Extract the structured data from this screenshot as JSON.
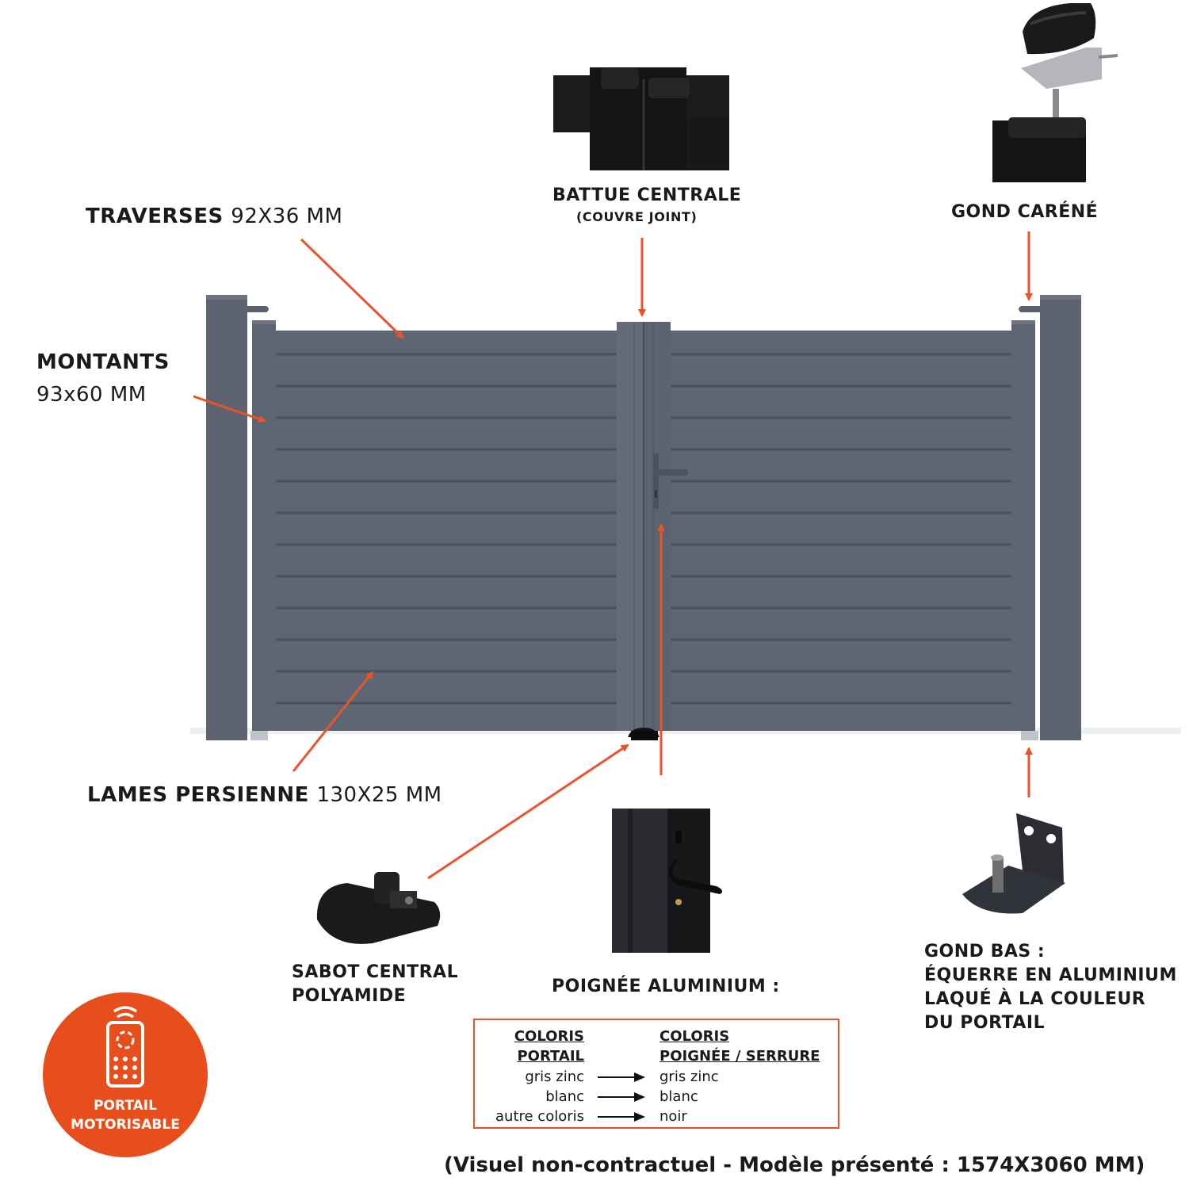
{
  "labels": {
    "traverses_bold": "TRAVERSES",
    "traverses_dim": "92X36 MM",
    "montants_bold": "MONTANTS",
    "montants_dim": "93x60 MM",
    "battue_line1": "BATTUE CENTRALE",
    "battue_line2": "(COUVRE JOINT)",
    "gond_carene": "GOND CARÉNÉ",
    "lames_bold": "LAMES PERSIENNE",
    "lames_dim": "130X25 MM",
    "sabot_line1": "SABOT CENTRAL",
    "sabot_line2": "POLYAMIDE",
    "poignee": "POIGNÉE ALUMINIUM :",
    "gond_bas_line1": "GOND BAS :",
    "gond_bas_line2": "ÉQUERRE EN ALUMINIUM",
    "gond_bas_line3": "LAQUÉ À LA COULEUR",
    "gond_bas_line4": "DU PORTAIL"
  },
  "color_table": {
    "col1_header_line1": "COLORIS",
    "col1_header_line2": "PORTAIL",
    "col2_header_line1": "COLORIS",
    "col2_header_line2": "POIGNÉE / SERRURE",
    "rows": [
      {
        "portail": "gris zinc",
        "poignee": "gris zinc"
      },
      {
        "portail": "blanc",
        "poignee": "blanc"
      },
      {
        "portail": "autre coloris",
        "poignee": "noir"
      }
    ]
  },
  "badge": {
    "line1": "PORTAIL",
    "line2": "MOTORISABLE",
    "icon": "remote-control-icon"
  },
  "footer": "(Visuel non-contractuel - Modèle présenté : 1574X3060 MM)",
  "colors": {
    "gate": "#5f6673",
    "accent": "#e8532a",
    "text": "#1a1a1a"
  }
}
